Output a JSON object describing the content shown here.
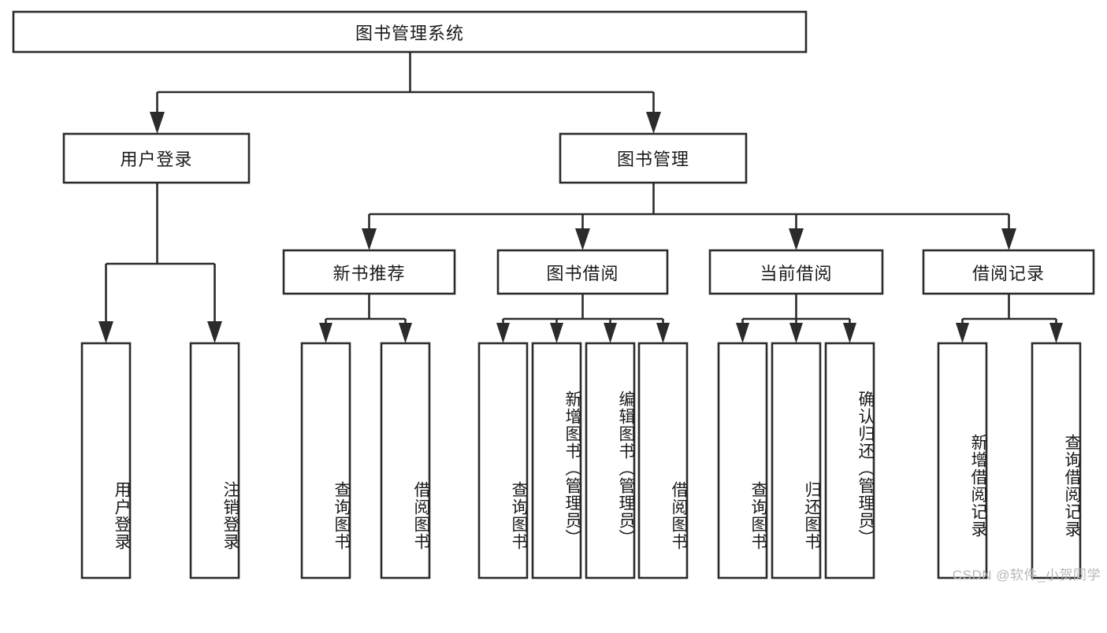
{
  "diagram": {
    "type": "tree-hierarchy-chart",
    "title": "图书管理系统",
    "orientation": "top-down",
    "colors": {
      "box_stroke": "#2b2b2b",
      "box_fill": "#ffffff",
      "connector": "#2b2b2b",
      "text": "#1a1a1a",
      "background": "#ffffff",
      "watermark": "#b8b8b8"
    },
    "root": {
      "id": "root",
      "label": "图书管理系统",
      "orientation": "horizontal"
    },
    "level2": [
      {
        "id": "user-login",
        "label": "用户登录",
        "orientation": "horizontal"
      },
      {
        "id": "book-management",
        "label": "图书管理",
        "orientation": "horizontal"
      }
    ],
    "level3": [
      {
        "id": "new-book-recommend",
        "label": "新书推荐",
        "orientation": "horizontal",
        "parent": "book-management"
      },
      {
        "id": "book-borrow",
        "label": "图书借阅",
        "orientation": "horizontal",
        "parent": "book-management"
      },
      {
        "id": "current-borrow",
        "label": "当前借阅",
        "orientation": "horizontal",
        "parent": "book-management"
      },
      {
        "id": "borrow-record",
        "label": "借阅记录",
        "orientation": "horizontal",
        "parent": "book-management"
      }
    ],
    "leaves": [
      {
        "id": "leaf-user-login",
        "label": "用户登录",
        "orientation": "vertical",
        "parent": "user-login"
      },
      {
        "id": "leaf-user-logout",
        "label": "注销登录",
        "orientation": "vertical",
        "parent": "user-login"
      },
      {
        "id": "leaf-query-book-1",
        "label": "查询图书",
        "orientation": "vertical",
        "parent": "new-book-recommend"
      },
      {
        "id": "leaf-borrow-book-1",
        "label": "借阅图书",
        "orientation": "vertical",
        "parent": "new-book-recommend"
      },
      {
        "id": "leaf-query-book-2",
        "label": "查询图书",
        "orientation": "vertical",
        "parent": "book-borrow"
      },
      {
        "id": "leaf-add-book",
        "label": "新增图书（管理员）",
        "orientation": "vertical",
        "parent": "book-borrow"
      },
      {
        "id": "leaf-edit-book",
        "label": "编辑图书（管理员）",
        "orientation": "vertical",
        "parent": "book-borrow"
      },
      {
        "id": "leaf-borrow-book-2",
        "label": "借阅图书",
        "orientation": "vertical",
        "parent": "book-borrow"
      },
      {
        "id": "leaf-query-book-3",
        "label": "查询图书",
        "orientation": "vertical",
        "parent": "current-borrow"
      },
      {
        "id": "leaf-return-book",
        "label": "归还图书",
        "orientation": "vertical",
        "parent": "current-borrow"
      },
      {
        "id": "leaf-confirm-return",
        "label": "确认归还（管理员）",
        "orientation": "vertical",
        "parent": "current-borrow"
      },
      {
        "id": "leaf-add-record",
        "label": "新增借阅记录",
        "orientation": "vertical",
        "parent": "borrow-record"
      },
      {
        "id": "leaf-query-record",
        "label": "查询借阅记录",
        "orientation": "vertical",
        "parent": "borrow-record"
      }
    ]
  },
  "watermark": {
    "text": "CSDN @软件_小贺同学"
  }
}
